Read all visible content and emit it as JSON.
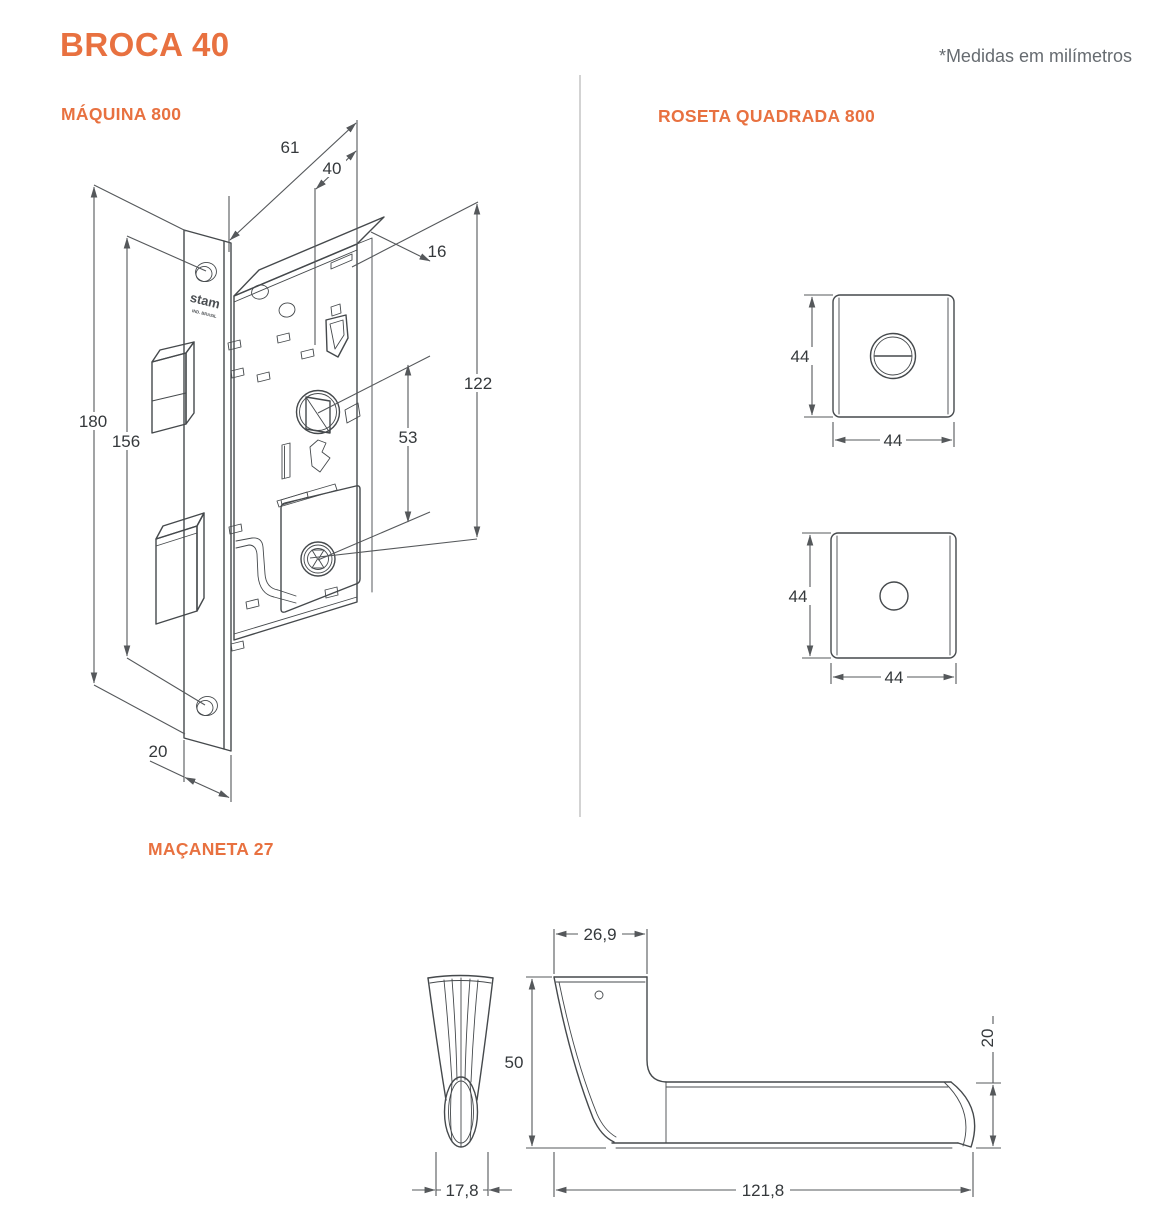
{
  "page": {
    "title": "BROCA 40",
    "note": "*Medidas em milímetros"
  },
  "colors": {
    "accent_orange": "#E87140",
    "drawing_line": "#45494c",
    "divider_gray": "#d3d3d3",
    "note_gray": "#666b70"
  },
  "maquina": {
    "label": "MÁQUINA 800",
    "logo": "stam",
    "logo_sub": "IND. BRASIL",
    "dims": {
      "depth_total": "61",
      "backset": "40",
      "rear_gap": "16",
      "body_height": "122",
      "hub_to_cylinder": "53",
      "plate_height": "180",
      "hole_spacing": "156",
      "plate_width": "20"
    }
  },
  "roseta": {
    "label": "ROSETA QUADRADA 800",
    "top": {
      "height": "44",
      "width": "44"
    },
    "bottom": {
      "height": "44",
      "width": "44"
    }
  },
  "macaneta": {
    "label": "MAÇANETA 27",
    "dims": {
      "front_width": "17,8",
      "neck_width": "26,9",
      "height": "50",
      "lever_length": "121,8",
      "lever_thickness": "20"
    }
  }
}
